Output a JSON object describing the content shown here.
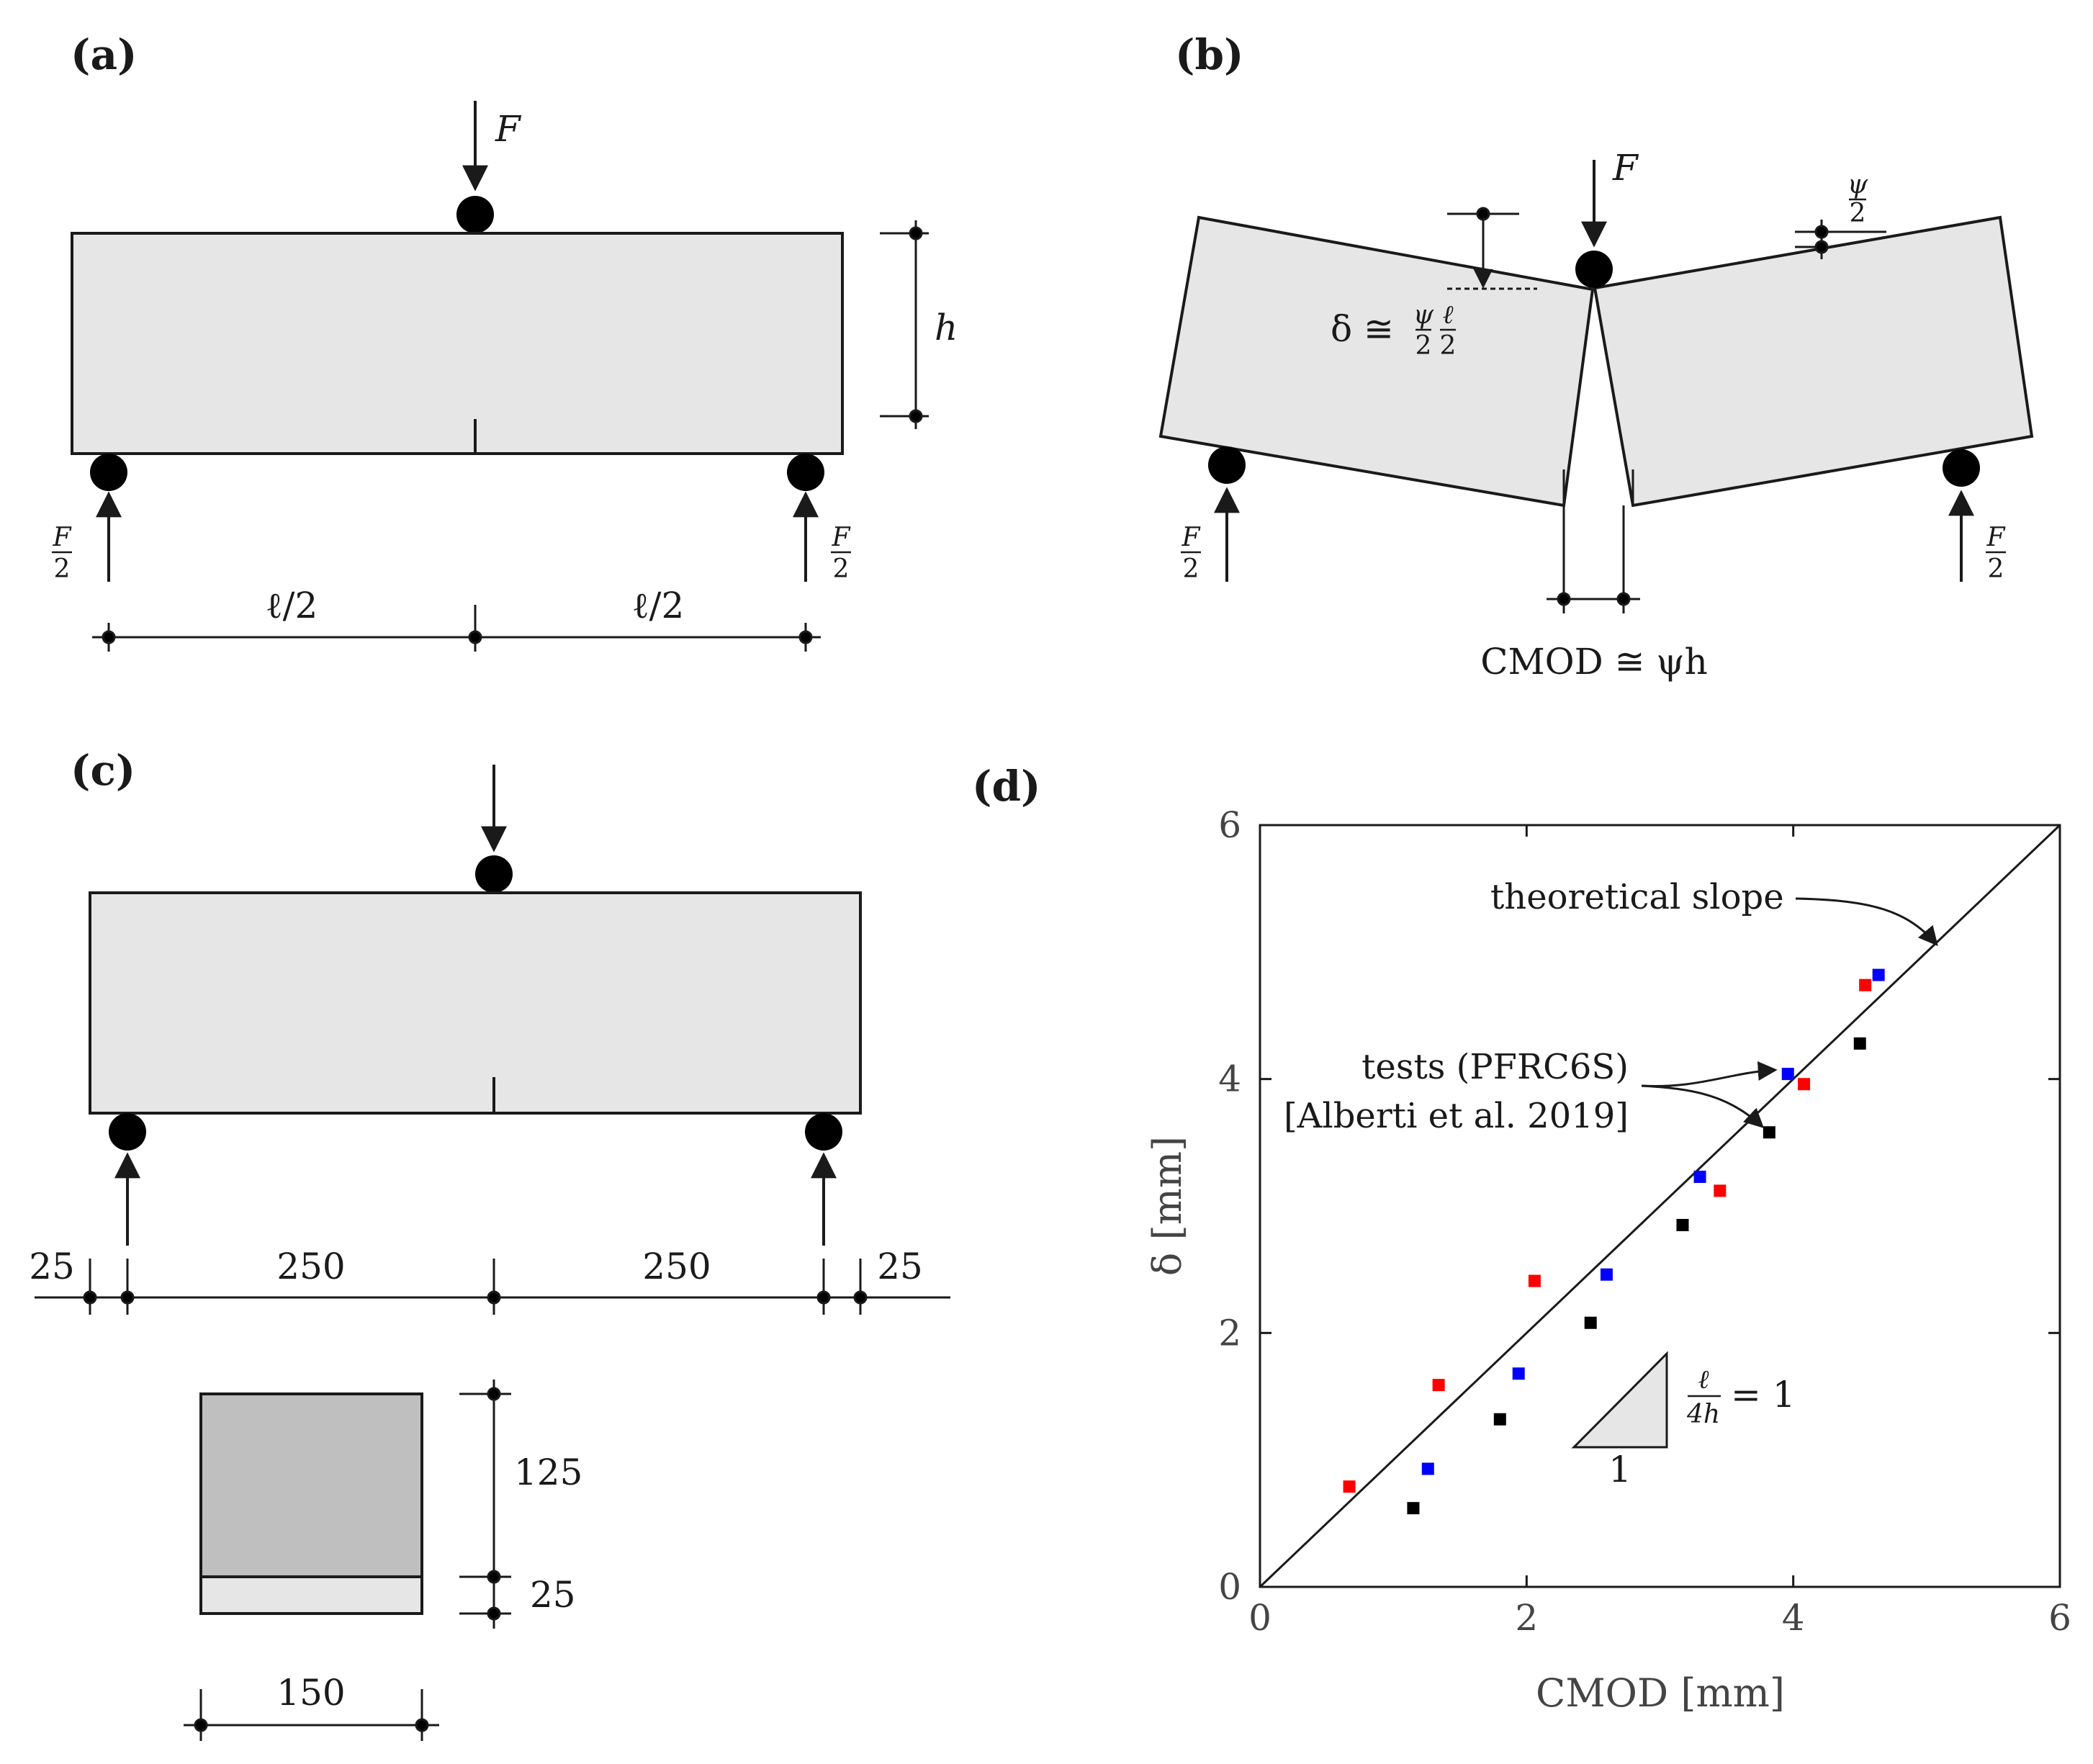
{
  "panels": {
    "a": {
      "label": "(a)"
    },
    "b": {
      "label": "(b)"
    },
    "c": {
      "label": "(c)"
    },
    "d": {
      "label": "(d)"
    }
  },
  "a": {
    "force": "F",
    "height": "h",
    "half_force_num": "F",
    "half_force_den": "2",
    "span_left": "ℓ/2",
    "span_right": "ℓ/2"
  },
  "b": {
    "force": "F",
    "delta_eq": "δ ≅",
    "psi": "ψ",
    "ell": "ℓ",
    "two": "2",
    "half_force_num": "F",
    "half_force_den": "2",
    "cmod_eq": "CMOD ≅ ψh"
  },
  "c": {
    "dims": [
      "25",
      "250",
      "250",
      "25"
    ],
    "sec_height_top": "125",
    "sec_height_bottom": "25",
    "sec_width": "150"
  },
  "chart_data": {
    "type": "scatter",
    "xlabel": "CMOD [mm]",
    "ylabel": "δ [mm]",
    "xlim": [
      0,
      6
    ],
    "ylim": [
      0,
      6
    ],
    "xticks": [
      "0",
      "2",
      "4",
      "6"
    ],
    "yticks": [
      "0",
      "2",
      "4",
      "6"
    ],
    "series": [
      {
        "color": "#000000",
        "points": [
          [
            1.15,
            0.62
          ],
          [
            1.8,
            1.32
          ],
          [
            2.48,
            2.08
          ],
          [
            3.17,
            2.85
          ],
          [
            3.82,
            3.58
          ],
          [
            4.5,
            4.28
          ]
        ]
      },
      {
        "color": "#0000ff",
        "points": [
          [
            1.26,
            0.93
          ],
          [
            1.94,
            1.68
          ],
          [
            2.6,
            2.46
          ],
          [
            3.3,
            3.23
          ],
          [
            3.96,
            4.04
          ],
          [
            4.64,
            4.82
          ]
        ]
      },
      {
        "color": "#ff0000",
        "points": [
          [
            0.67,
            0.79
          ],
          [
            1.34,
            1.59
          ],
          [
            2.06,
            2.41
          ],
          [
            3.45,
            3.12
          ],
          [
            4.08,
            3.96
          ],
          [
            4.54,
            4.74
          ]
        ]
      }
    ],
    "line": {
      "x": [
        0,
        6
      ],
      "y": [
        0,
        6
      ]
    },
    "annotations": {
      "theoretical": "theoretical slope",
      "tests_line1": "tests (PFRC6S)",
      "tests_line2": "[Alberti et al. 2019]",
      "slope_num": "ℓ",
      "slope_den": "4h",
      "slope_eq": "= 1",
      "slope_base": "1"
    }
  }
}
